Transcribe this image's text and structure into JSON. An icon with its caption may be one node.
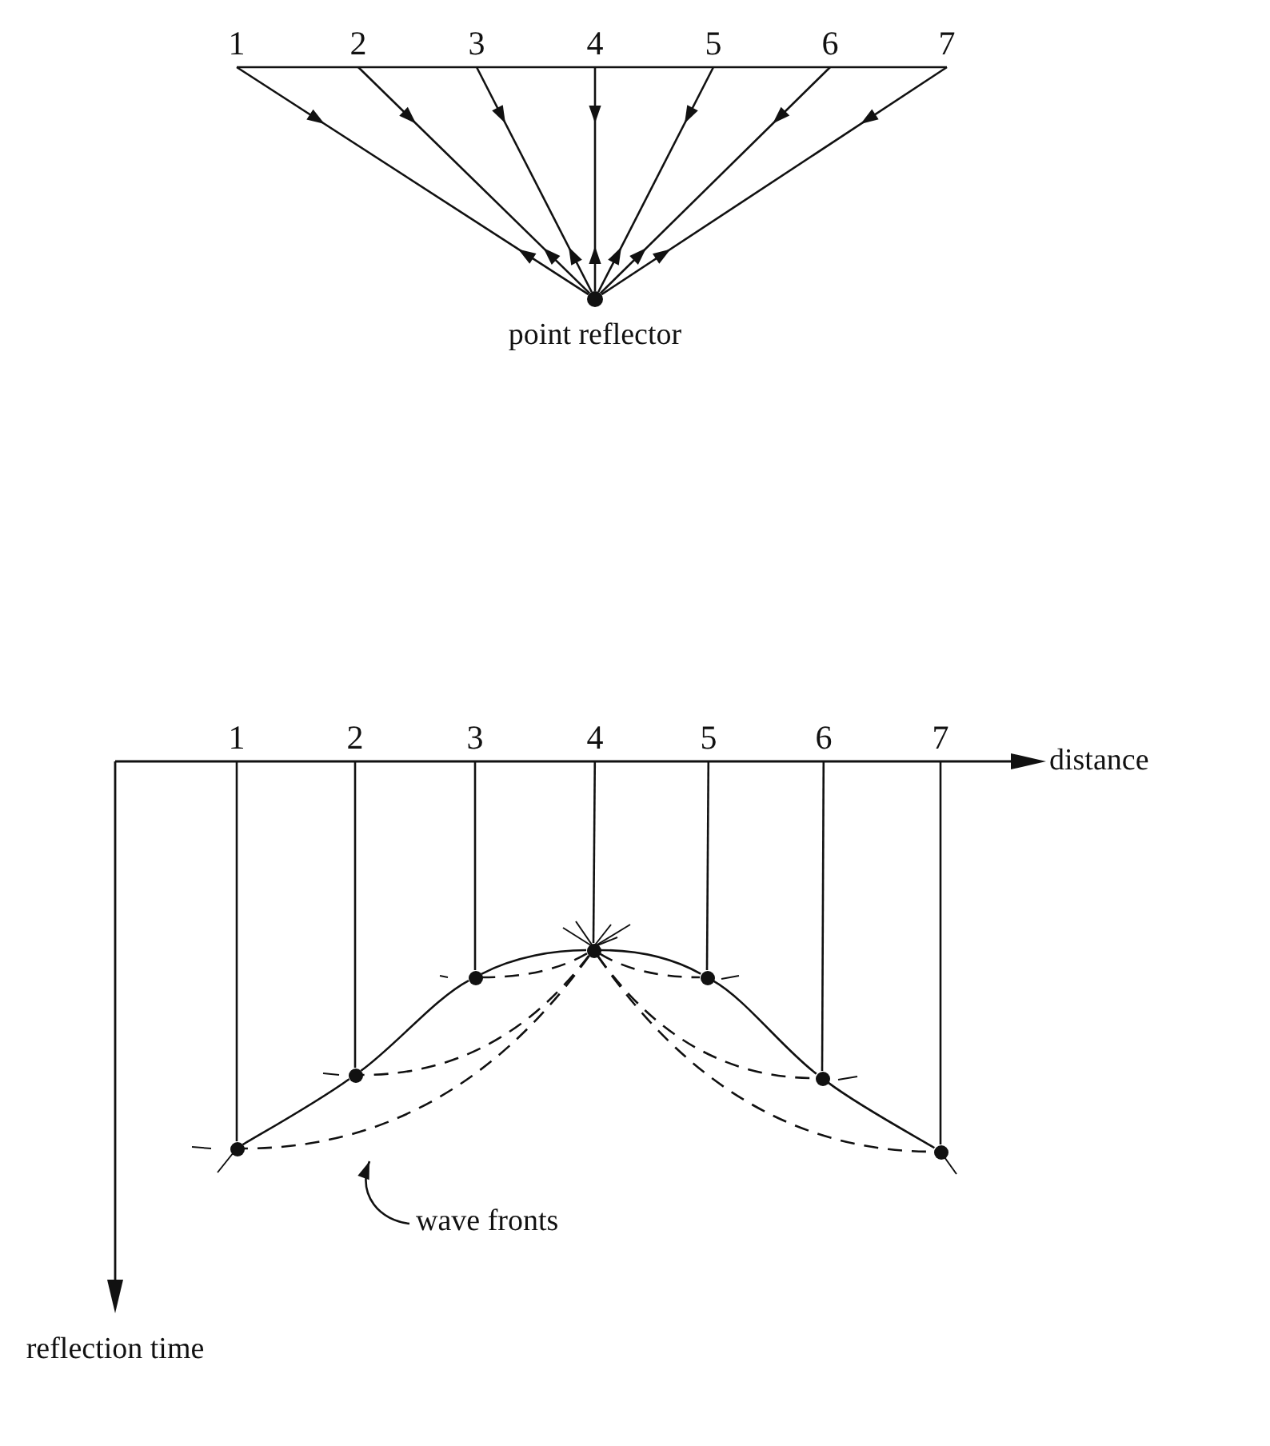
{
  "diagram": {
    "nodes": [
      {
        "text": [
          "1"
        ]
      },
      {
        "text": [
          "2"
        ]
      },
      {
        "text": [
          "3"
        ]
      },
      {
        "text": [
          "4"
        ]
      },
      {
        "text": [
          "5"
        ]
      },
      {
        "text": [
          "6"
        ]
      },
      {
        "text": [
          "7"
        ]
      },
      {
        "text": [],
        "shape": "circle",
        "beside": [
          "point reflector"
        ]
      },
      {
        "text": [
          "1"
        ]
      },
      {
        "text": [
          "2"
        ]
      },
      {
        "text": [
          "3"
        ]
      },
      {
        "text": [
          "4"
        ]
      },
      {
        "text": [
          "5"
        ]
      },
      {
        "text": [
          "6"
        ]
      },
      {
        "text": [
          "7"
        ]
      },
      {
        "text": [],
        "shape": "circle"
      },
      {
        "text": [],
        "shape": "circle"
      },
      {
        "text": [],
        "shape": "circle"
      },
      {
        "text": [],
        "shape": "circle"
      },
      {
        "text": [],
        "shape": "circle"
      },
      {
        "text": [],
        "shape": "circle"
      },
      {
        "text": [],
        "shape": "circle"
      },
      {
        "text": [
          "wave fronts"
        ]
      }
    ],
    "edges": [
      {
        "from": 0,
        "to": 7,
        "arrow": "both"
      },
      {
        "from": 1,
        "to": 7,
        "arrow": "both"
      },
      {
        "from": 2,
        "to": 7,
        "arrow": "both"
      },
      {
        "from": 3,
        "to": 7,
        "arrow": "both"
      },
      {
        "from": 4,
        "to": 7,
        "arrow": "both"
      },
      {
        "from": 5,
        "to": 7,
        "arrow": "both"
      },
      {
        "from": 6,
        "to": 7,
        "arrow": "both"
      },
      {
        "from": 8,
        "to": 15,
        "arrow": "none"
      },
      {
        "from": 9,
        "to": 16,
        "arrow": "none"
      },
      {
        "from": 10,
        "to": 17,
        "arrow": "none"
      },
      {
        "from": 11,
        "to": 18,
        "arrow": "none"
      },
      {
        "from": 12,
        "to": 19,
        "arrow": "none"
      },
      {
        "from": 13,
        "to": 20,
        "arrow": "none"
      },
      {
        "from": 14,
        "to": 21,
        "arrow": "none"
      },
      {
        "from": 15,
        "to": 16,
        "arrow": "none"
      },
      {
        "from": 16,
        "to": 17,
        "arrow": "none"
      },
      {
        "from": 17,
        "to": 18,
        "arrow": "none"
      },
      {
        "from": 18,
        "to": 19,
        "arrow": "none"
      },
      {
        "from": 19,
        "to": 20,
        "arrow": "none"
      },
      {
        "from": 20,
        "to": 21,
        "arrow": "none"
      },
      {
        "from": 18,
        "to": 15,
        "arrow": "none",
        "style": "dashed"
      },
      {
        "from": 18,
        "to": 16,
        "arrow": "none",
        "style": "dashed"
      },
      {
        "from": 18,
        "to": 17,
        "arrow": "none",
        "style": "dashed"
      },
      {
        "from": 18,
        "to": 19,
        "arrow": "none",
        "style": "dashed"
      },
      {
        "from": 18,
        "to": 20,
        "arrow": "none",
        "style": "dashed"
      },
      {
        "from": 18,
        "to": 21,
        "arrow": "none",
        "style": "dashed"
      },
      {
        "from": 22,
        "to": null,
        "arrow": "to"
      }
    ],
    "labels": [
      "distance",
      "reflection time"
    ]
  }
}
